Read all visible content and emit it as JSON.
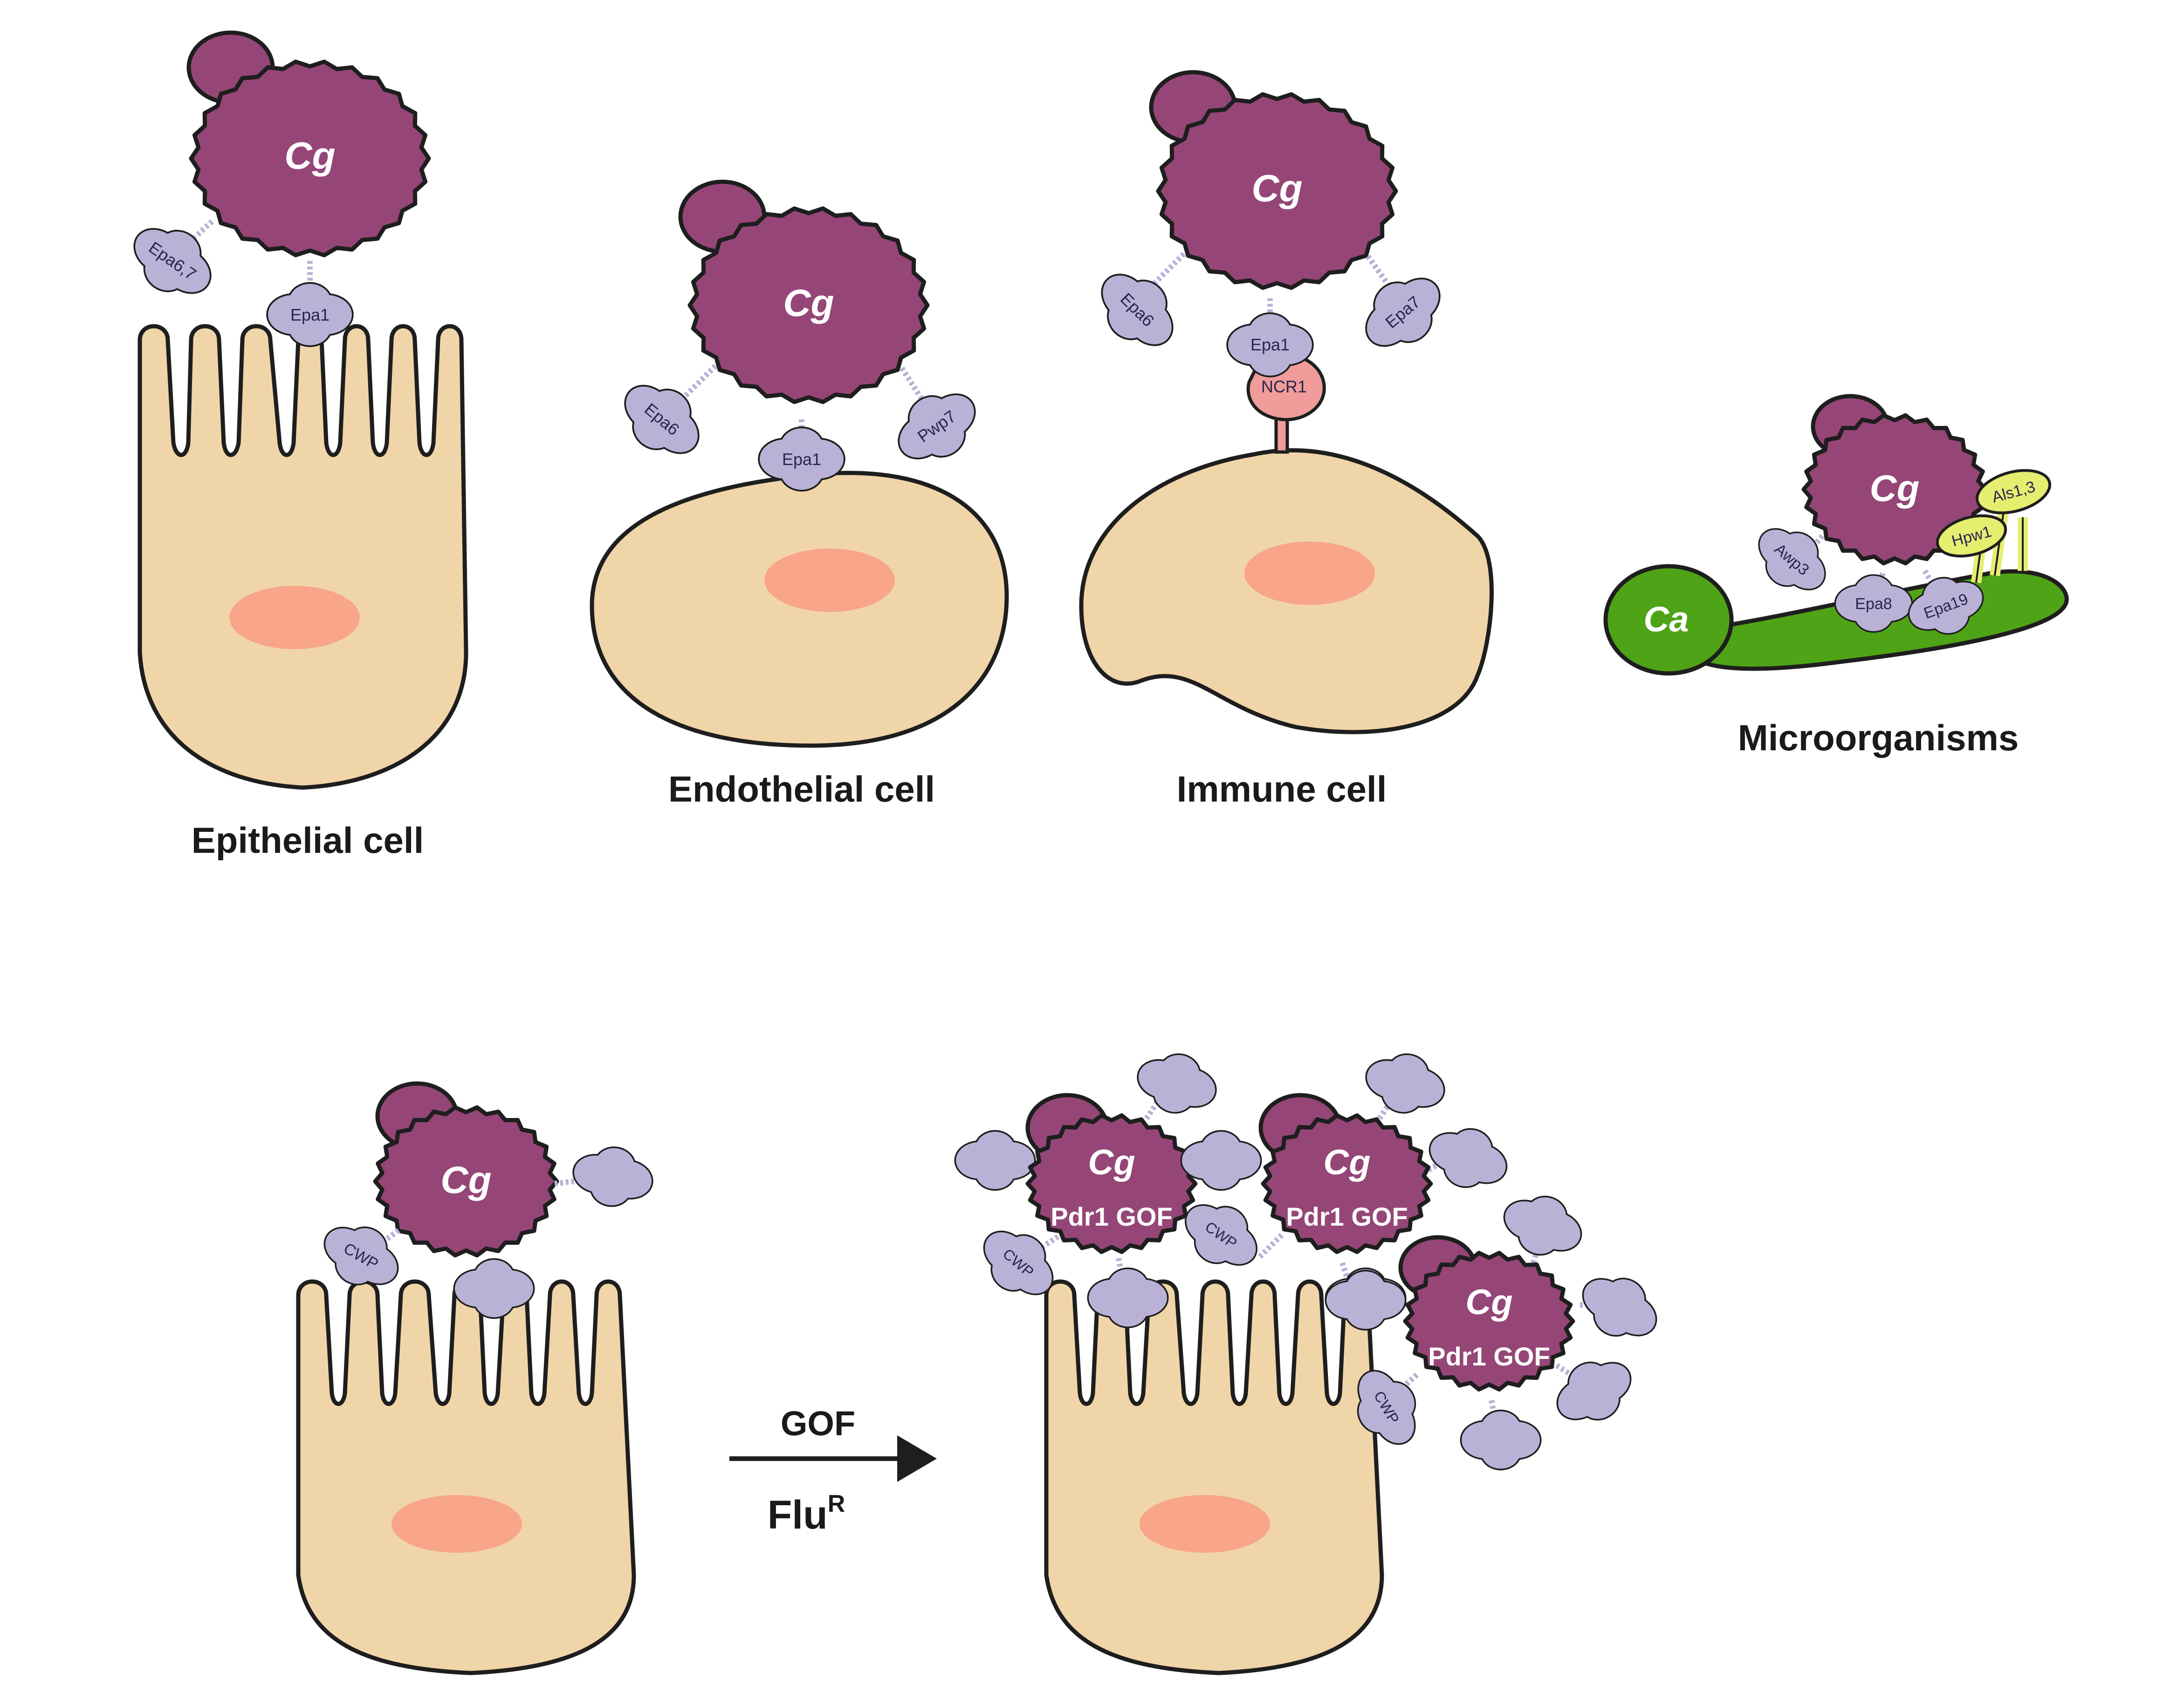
{
  "panels": {
    "epithelial": {
      "label": "Epithelial cell",
      "cell_text": "Cg",
      "adhesins": [
        "Epa6,7",
        "Epa1"
      ]
    },
    "endothelial": {
      "label": "Endothelial cell",
      "cell_text": "Cg",
      "adhesins": [
        "Epa6",
        "Epa1",
        "Pwp7"
      ]
    },
    "immune": {
      "label": "Immune cell",
      "cell_text": "Cg",
      "adhesins": [
        "Epa6",
        "Epa1",
        "Epa7"
      ],
      "receptor": "NCR1"
    },
    "microorganisms": {
      "label": "Microorganisms",
      "cell_text": "Cg",
      "partner_text": "Ca",
      "adhesins": [
        "Awp3",
        "Epa8",
        "Epa19"
      ],
      "partner_adhesins": [
        "Hpw1",
        "Als1,3"
      ]
    }
  },
  "bottom": {
    "cell_text": "Cg",
    "cwp_label": "CWP",
    "gof_text": "Pdr1 GOF",
    "arrow_top": "GOF",
    "arrow_bottom": "Flu",
    "arrow_sup": "R"
  },
  "colors": {
    "yeast": "#954677",
    "host_cell": "#f0d5a8",
    "nucleus": "#f8a58a",
    "adhesin": "#b9b1d6",
    "receptor": "#ef9c9a",
    "candida": "#4ea316",
    "candida_adhesin": "#e5ee6f",
    "outline": "#1e1e1e"
  }
}
